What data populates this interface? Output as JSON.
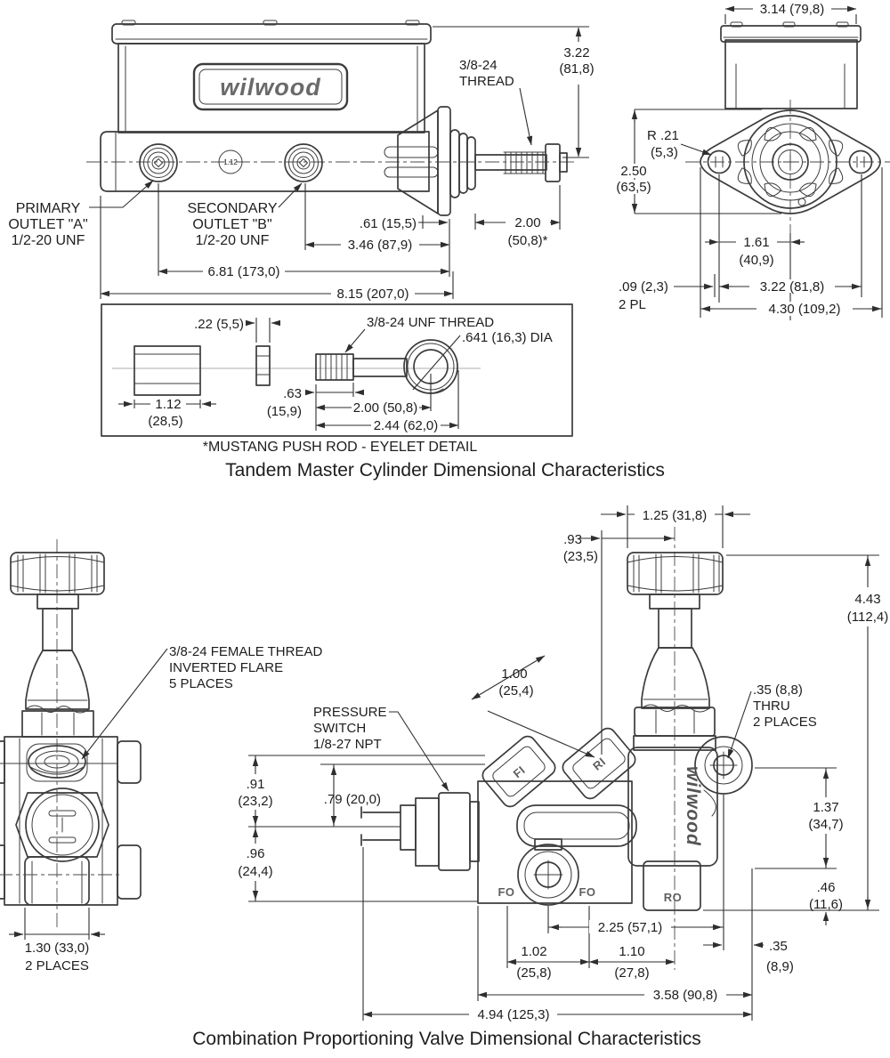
{
  "captions": {
    "master": "Tandem Master Cylinder Dimensional Characteristics",
    "valve": "Combination Proportioning Valve Dimensional Characteristics"
  },
  "brand": {
    "logo": "wilwood"
  },
  "mc": {
    "thread_label": [
      "3/8-24",
      "THREAD"
    ],
    "height": [
      "3.22",
      "(81,8)"
    ],
    "primary": [
      "PRIMARY",
      "OUTLET \"A\"",
      "1/2-20 UNF"
    ],
    "secondary": [
      "SECONDARY",
      "OUTLET \"B\"",
      "1/2-20 UNF"
    ],
    "bore_badge": "1.12",
    "d61": ".61 (15,5)",
    "d200": [
      "2.00",
      "(50,8)*"
    ],
    "d346": "3.46 (87,9)",
    "d681": "6.81 (173,0)",
    "d815": "8.15 (207,0)"
  },
  "end": {
    "d314": "3.14 (79,8)",
    "r21": [
      "R .21",
      "(5,3)"
    ],
    "d250": [
      "2.50",
      "(63,5)"
    ],
    "d161": [
      "1.61",
      "(40,9)"
    ],
    "d09": [
      ".09 (2,3)",
      "2 PL"
    ],
    "d322": "3.22 (81,8)",
    "d430": "4.30 (109,2)"
  },
  "eyelet": {
    "note": "*MUSTANG PUSH ROD - EYELET DETAIL",
    "d22": ".22 (5,5)",
    "thread": "3/8-24 UNF THREAD",
    "dia": ".641 (16,3) DIA",
    "d112": [
      "1.12",
      "(28,5)"
    ],
    "d63": [
      ".63",
      "(15,9)"
    ],
    "d200": "2.00 (50,8)",
    "d244": "2.44 (62,0)"
  },
  "pv": {
    "female_thread": [
      "3/8-24 FEMALE THREAD",
      "INVERTED FLARE",
      "5 PLACES"
    ],
    "pressure_switch": [
      "PRESSURE",
      "SWITCH",
      "1/8-27 NPT"
    ],
    "thru": [
      ".35 (8,8)",
      "THRU",
      "2 PLACES"
    ],
    "ports": {
      "fi": "FI",
      "ri": "RI",
      "fo1": "FO",
      "fo2": "FO",
      "ro": "RO"
    },
    "d125": "1.25 (31,8)",
    "d93": [
      ".93",
      "(23,5)"
    ],
    "d443": [
      "4.43",
      "(112,4)"
    ],
    "d100": [
      "1.00",
      "(25,4)"
    ],
    "d91": [
      ".91",
      "(23,2)"
    ],
    "d79": ".79 (20,0)",
    "d96": [
      ".96",
      "(24,4)"
    ],
    "d137": [
      "1.37",
      "(34,7)"
    ],
    "d46": [
      ".46",
      "(11,6)"
    ],
    "d130": [
      "1.30 (33,0)",
      "2 PLACES"
    ],
    "d225": "2.25 (57,1)",
    "d102": [
      "1.02",
      "(25,8)"
    ],
    "d110": [
      "1.10",
      "(27,8)"
    ],
    "d35": [
      ".35",
      "(8,9)"
    ],
    "d358": "3.58 (90,8)",
    "d494": "4.94 (125,3)"
  }
}
